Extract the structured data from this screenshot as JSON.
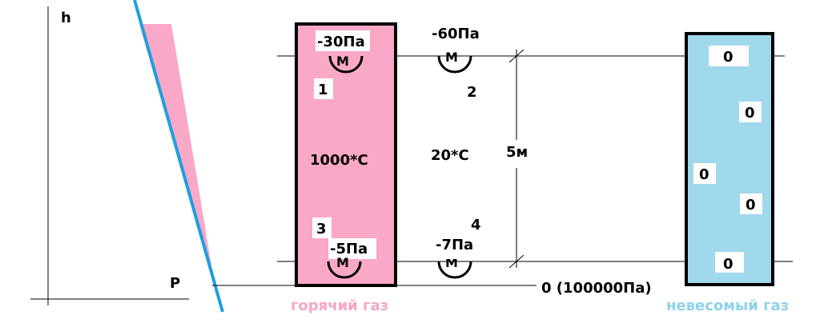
{
  "axis": {
    "h_label": "h",
    "p_label": "P"
  },
  "hot_column": {
    "top_pressure": "-30Па",
    "bottom_pressure": "-5Па",
    "temperature": "1000*С",
    "point_top": "1",
    "point_bottom": "3",
    "caption": "горячий газ",
    "fill_color": "#f9a8c8"
  },
  "outside": {
    "top_pressure": "-60Па",
    "bottom_pressure": "-7Па",
    "temperature": "20*С",
    "point_top": "2",
    "point_bottom": "4"
  },
  "manometer_label": "М",
  "height_label": "5м",
  "baseline_label": "0 (100000Па)",
  "weightless_column": {
    "values": [
      "0",
      "0",
      "0",
      "0",
      "0"
    ],
    "caption": "невесомый газ",
    "fill_color": "#a0d8ec"
  },
  "colors": {
    "line_blue": "#1e9ee0",
    "wedge_pink": "#f9a8c8"
  }
}
